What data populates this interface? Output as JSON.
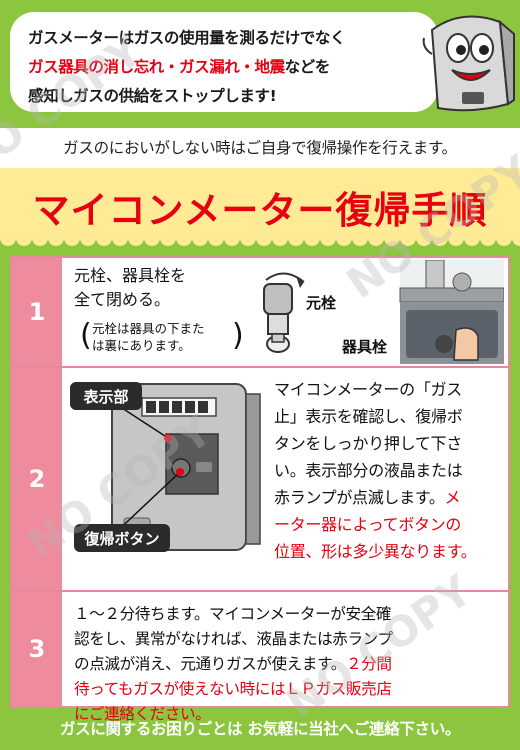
{
  "intro": {
    "line1": "ガスメーターはガスの使用量を測るだけでなく",
    "line2_red": "ガス器具の消し忘れ・ガス漏れ・地震",
    "line2_rest": "などを",
    "line3": "感知しガスの供給をストップします!"
  },
  "notice": "ガスのにおいがしない時はご自身で復帰操作を行えます。",
  "title": "マイコンメーター復帰手順",
  "steps": {
    "one": {
      "number": "1",
      "line1": "元栓、器具栓を",
      "line2": "全て閉める。",
      "note_line1": "元栓は器具の下また",
      "note_line2": "は裏にあります。",
      "label_valve": "元栓",
      "label_appliance_valve": "器具栓"
    },
    "two": {
      "number": "2",
      "label_display": "表示部",
      "label_reset_button": "復帰ボタン",
      "lines": [
        "マイコンメーターの「ガス",
        "止」表示を確認し、復帰ボ",
        "タンをしっかり押して下さ",
        "い。表示部分の液晶または",
        "赤ランプが点滅します。"
      ],
      "red_lines": [
        "メ",
        "ーター器によってボタンの",
        "位置、形は多少異なります。"
      ]
    },
    "three": {
      "number": "3",
      "lines": [
        "１～２分待ちます。マイコンメーターが安全確",
        "認をし、異常がなければ、液晶または赤ランプ",
        "の点滅が消え、元通りガスが使えます。"
      ],
      "red_lines": [
        "２分間",
        "待ってもガスが使えない時にはＬＰガス販売店",
        "にご連絡ください。"
      ]
    }
  },
  "footer": "ガスに関するお困りごとは お気軽に当社へご連絡下さい。",
  "watermark": "NO COPY",
  "colors": {
    "green": "#8cc63f",
    "red": "#e60012",
    "pink": "#ee8b9c",
    "banner_yellow": "#ffeb96"
  }
}
